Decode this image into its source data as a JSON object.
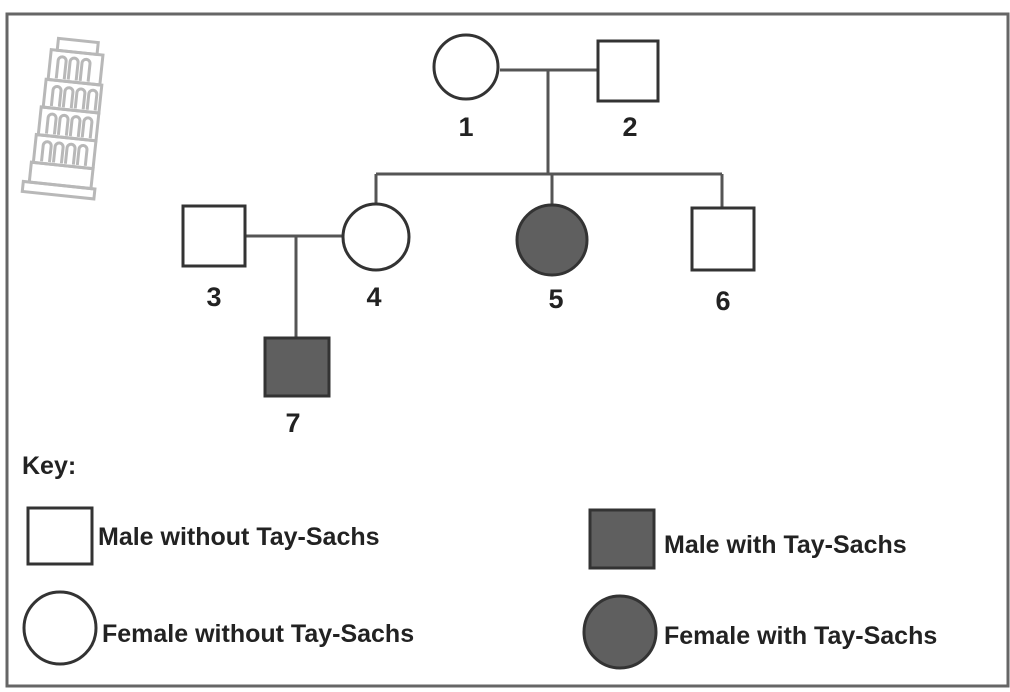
{
  "pedigree": {
    "individuals": [
      {
        "id": "1",
        "label": "1",
        "sex": "female",
        "affected": false,
        "generation": 1
      },
      {
        "id": "2",
        "label": "2",
        "sex": "male",
        "affected": false,
        "generation": 1
      },
      {
        "id": "3",
        "label": "3",
        "sex": "male",
        "affected": false,
        "generation": 2
      },
      {
        "id": "4",
        "label": "4",
        "sex": "female",
        "affected": false,
        "generation": 2
      },
      {
        "id": "5",
        "label": "5",
        "sex": "female",
        "affected": true,
        "generation": 2
      },
      {
        "id": "6",
        "label": "6",
        "sex": "male",
        "affected": false,
        "generation": 2
      },
      {
        "id": "7",
        "label": "7",
        "sex": "male",
        "affected": true,
        "generation": 3
      }
    ],
    "matings": [
      {
        "partners": [
          "1",
          "2"
        ],
        "children": [
          "4",
          "5",
          "6"
        ]
      },
      {
        "partners": [
          "3",
          "4"
        ],
        "children": [
          "7"
        ]
      }
    ]
  },
  "key": {
    "title": "Key:",
    "items": [
      {
        "symbol": "male",
        "affected": false,
        "label": "Male without Tay-Sachs"
      },
      {
        "symbol": "male",
        "affected": true,
        "label": "Male with Tay-Sachs"
      },
      {
        "symbol": "female",
        "affected": false,
        "label": "Female without Tay-Sachs"
      },
      {
        "symbol": "female",
        "affected": true,
        "label": "Female with Tay-Sachs"
      }
    ]
  },
  "colors": {
    "affected_fill": "#5f5f5f",
    "unaffected_fill": "#ffffff",
    "line": "#555555",
    "frame": "#666666",
    "icon": "#b8b8b8"
  },
  "icons": {
    "corner": "leaning-tower-icon"
  }
}
